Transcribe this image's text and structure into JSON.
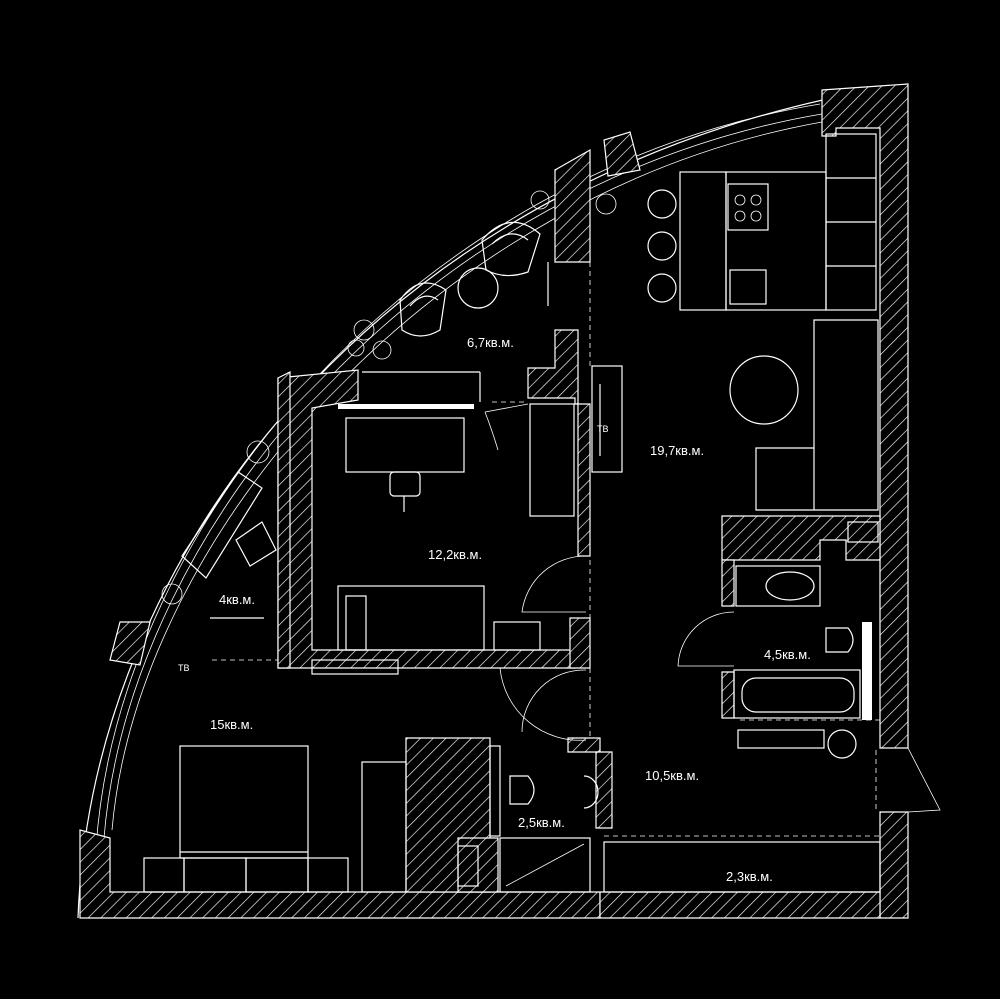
{
  "rooms": [
    {
      "id": "loggia-top",
      "area": "6,7кв.м."
    },
    {
      "id": "living-kitchen",
      "area": "19,7кв.м."
    },
    {
      "id": "study",
      "area": "12,2кв.м."
    },
    {
      "id": "loggia-left",
      "area": "4кв.м."
    },
    {
      "id": "bathroom",
      "area": "4,5кв.м."
    },
    {
      "id": "bedroom",
      "area": "15кв.м."
    },
    {
      "id": "hall",
      "area": "10,5кв.м."
    },
    {
      "id": "wc",
      "area": "2,5кв.м."
    },
    {
      "id": "storage",
      "area": "2,3кв.м."
    }
  ],
  "tv_labels": {
    "living": "ТВ",
    "bedroom": "ТВ"
  },
  "colors": {
    "background": "#000000",
    "lines": "#ffffff"
  }
}
